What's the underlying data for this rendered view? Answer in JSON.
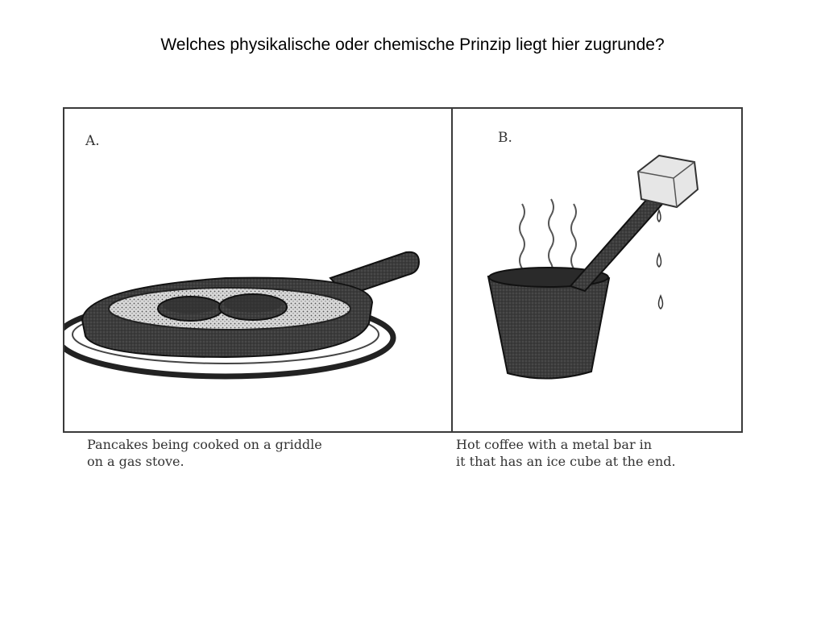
{
  "title": "Welches physikalische oder chemische Prinzip liegt hier zugrunde?",
  "panel_a": {
    "letter": "A.",
    "caption_line1": "Pancakes being cooked on a griddle",
    "caption_line2": "on a gas stove."
  },
  "panel_b": {
    "letter": "B.",
    "caption_line1": "Hot coffee with a metal bar in",
    "caption_line2": "it that has an ice cube at the end."
  },
  "colors": {
    "ink": "#2b2b2b",
    "border": "#3a3a3a",
    "background": "#ffffff"
  }
}
